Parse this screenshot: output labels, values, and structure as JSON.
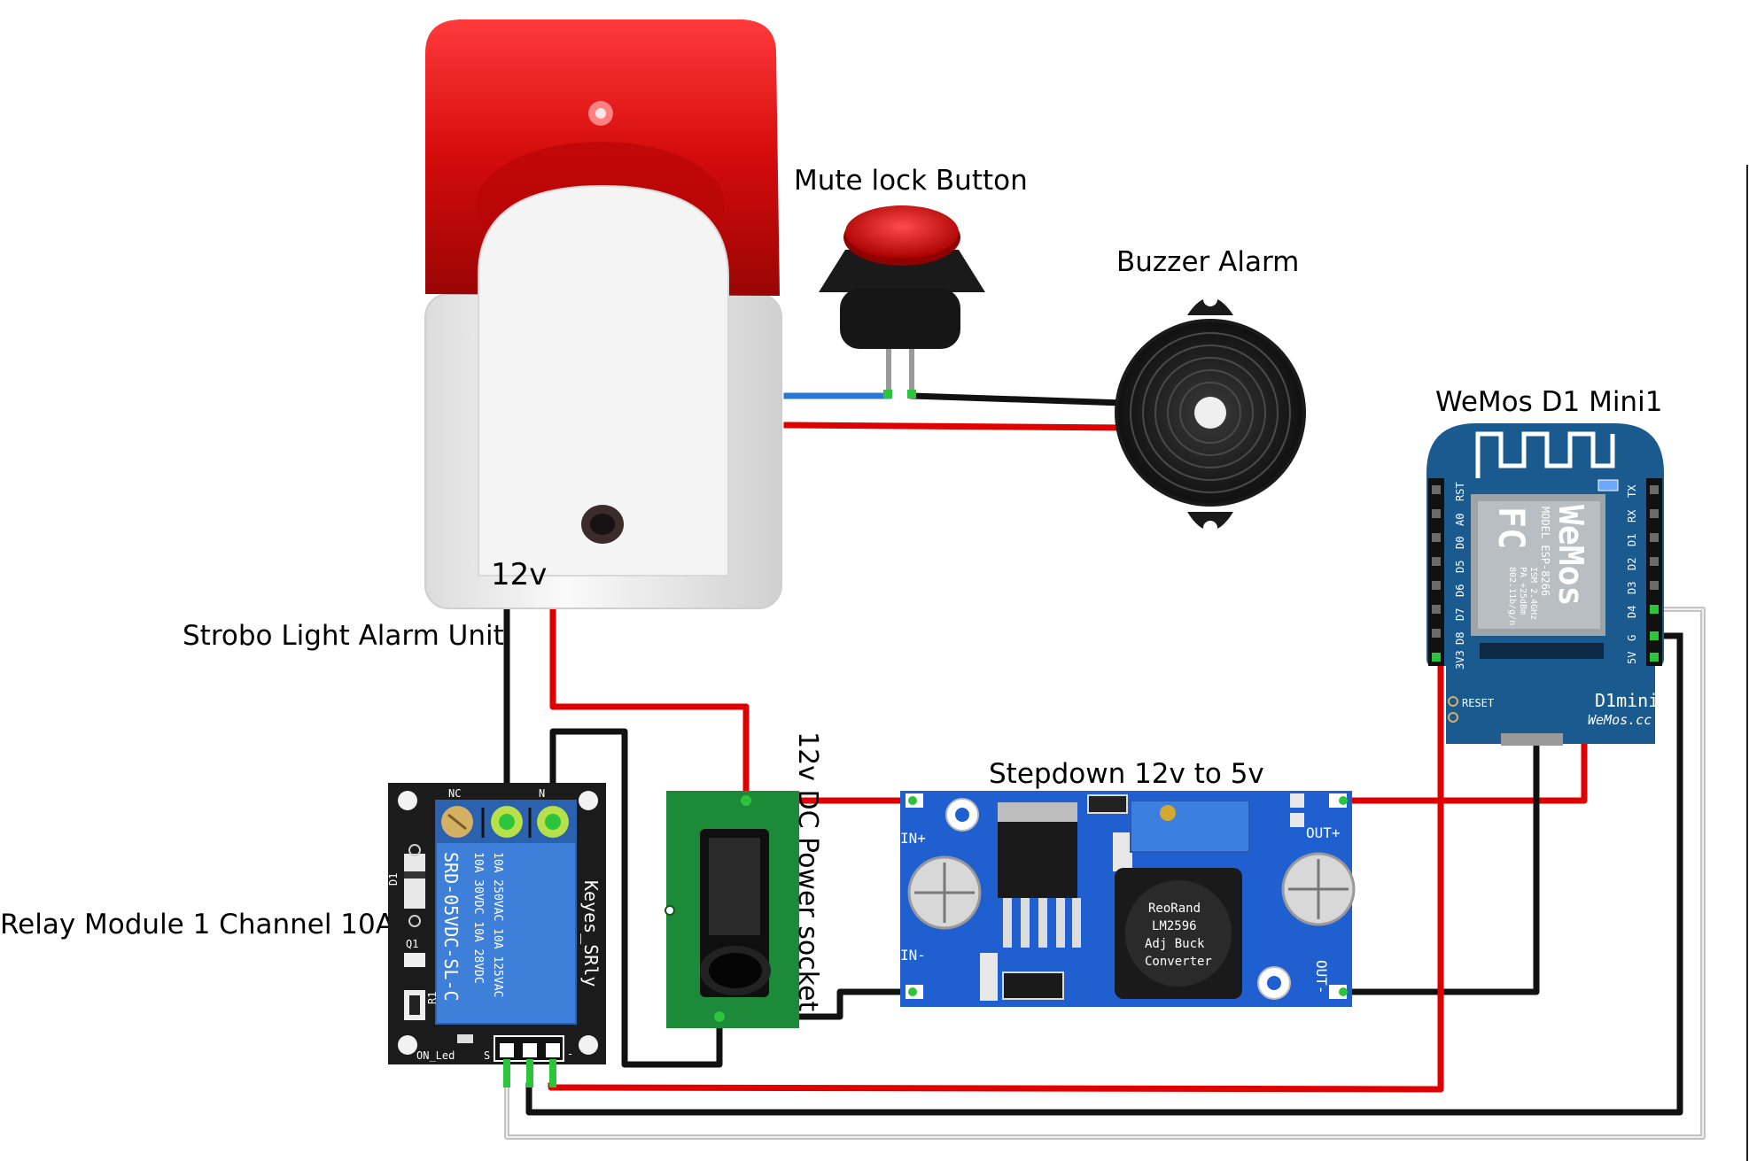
{
  "labels": {
    "mute_button": "Mute lock Button",
    "buzzer": "Buzzer Alarm",
    "wemos": "WeMos D1 Mini1",
    "strobe_voltage": "12v",
    "strobe_unit": "Strobo Light Alarm Unit",
    "dc_socket": "12v DC Power socket",
    "stepdown": "Stepdown 12v to 5v",
    "relay": "Relay Module 1 Channel 10A"
  },
  "relay_markings": {
    "nc": "NC",
    "no": "N",
    "d1": "D1",
    "q1": "Q1",
    "r1": "R1",
    "on_led": "ON_Led",
    "s": "S",
    "minus": "-",
    "brand": "Keyes_SRly",
    "model": "SRD-05VDC-SL-C",
    "rating_1": "10A 250VAC  10A 125VAC",
    "rating_2": "10A  30VDC  10A  28VDC"
  },
  "stepdown_markings": {
    "in_plus": "IN+",
    "in_minus": "IN-",
    "out_plus": "OUT+",
    "out_minus": "OUT-",
    "chip_line1": "ReoRand",
    "chip_line2": "LM2596",
    "chip_line3": "Adj Buck",
    "chip_line4": "Converter"
  },
  "wemos_markings": {
    "left_pins": [
      "RST",
      "A0",
      "D0",
      "D5",
      "D6",
      "D7",
      "D8",
      "3V3"
    ],
    "right_pins": [
      "TX",
      "RX",
      "D1",
      "D2",
      "D3",
      "D4",
      "G",
      "5V"
    ],
    "reset": "RESET",
    "d1mini": "D1mini",
    "site": "WeMos.cc",
    "shield_brand": "WeMos",
    "shield_model": "MODEL ESP-8266",
    "shield_fc": "FC",
    "shield_info1": "ISM 2.4GHz",
    "shield_info2": "PA +25dBm",
    "shield_info3": "802.11b/g/n"
  },
  "colors": {
    "wire_red": "#e00000",
    "wire_black": "#111111",
    "wire_blue": "#2a78d4",
    "wire_gray": "#bdbdbd",
    "pcb_blue": "#1f5fd0",
    "relay_blue": "#3d7fd9",
    "wemos_blue": "#1a5a8e",
    "socket_green": "#1d8a3a",
    "strobe_red": "#d81010",
    "pin_green": "#2cc43a"
  },
  "icons": [
    "strobe-light-icon",
    "push-button-icon",
    "buzzer-icon",
    "relay-icon",
    "dc-socket-icon",
    "buck-converter-icon",
    "wemos-board-icon"
  ]
}
